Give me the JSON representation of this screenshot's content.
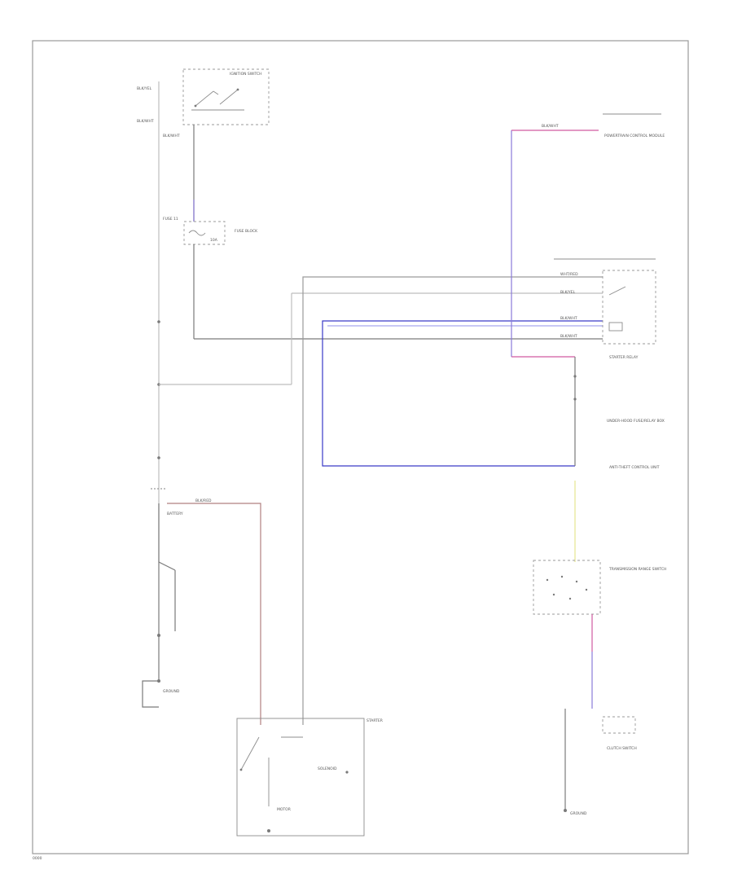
{
  "colors": {
    "wire_gray": "#9a9a9a",
    "wire_dark": "#7a7a7a",
    "wire_blue": "#3a3ac8",
    "wire_violet": "#8a7ad8",
    "wire_pink": "#d05aa0",
    "wire_yellow": "#e6e690"
  },
  "diagram": {
    "labels": {
      "ignition_switch": "IGNITION SWITCH",
      "ign_top_a": "BLK/YEL",
      "ign_top_b": "BLK/WHT",
      "ign_wire": "BLK/WHT",
      "fuse_block": "FUSE BLOCK",
      "fuse_num": "FUSE 11",
      "fuse_amp": "10A",
      "ecm": "POWERTRAIN CONTROL MODULE",
      "ecm_wire": "BLK/WHT",
      "relay": "STARTER RELAY",
      "relay_w1": "WHT/RED",
      "relay_w2": "BLK/YEL",
      "relay_w3": "BLK/WHT",
      "relay_w4": "BLK/WHT",
      "underhood": "UNDER-HOOD FUSE/RELAY BOX",
      "battery": "BATTERY",
      "battery_wire": "BLK/RED",
      "ground_a": "GROUND",
      "ground_b": "GROUND",
      "starter": "STARTER",
      "starter_sol": "SOLENOID",
      "starter_motor": "MOTOR",
      "anti_theft": "ANTI-THEFT CONTROL UNIT",
      "trans_range": "TRANSMISSION RANGE SWITCH",
      "clutch": "CLUTCH SWITCH",
      "footer": "0000"
    }
  }
}
